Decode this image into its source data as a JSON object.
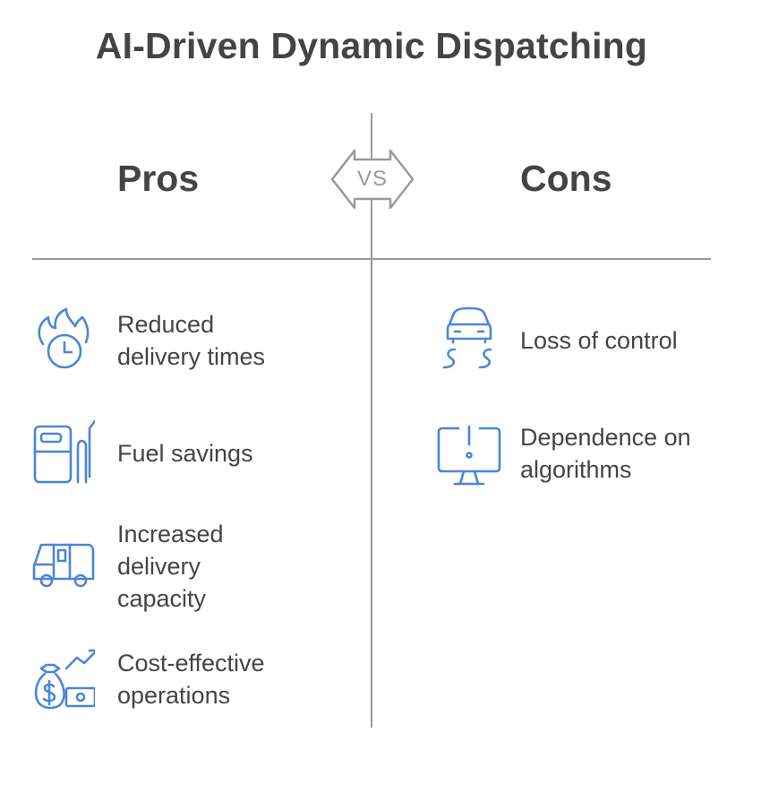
{
  "title": "AI-Driven Dynamic Dispatching",
  "vs_label": "VS",
  "pros": {
    "heading": "Pros",
    "items": [
      {
        "label": "Reduced\ndelivery times",
        "icon": "fire-clock-icon"
      },
      {
        "label": "Fuel savings",
        "icon": "fuel-pump-icon"
      },
      {
        "label": "Increased\ndelivery\ncapacity",
        "icon": "delivery-van-icon"
      },
      {
        "label": "Cost-effective\noperations",
        "icon": "money-growth-icon"
      }
    ]
  },
  "cons": {
    "heading": "Cons",
    "items": [
      {
        "label": "Loss of control",
        "icon": "skidding-car-icon"
      },
      {
        "label": "Dependence on\nalgorithms",
        "icon": "monitor-alert-icon"
      }
    ]
  },
  "colors": {
    "icon": "#4a86d8",
    "text": "#444444",
    "divider": "#9a9a9a"
  }
}
